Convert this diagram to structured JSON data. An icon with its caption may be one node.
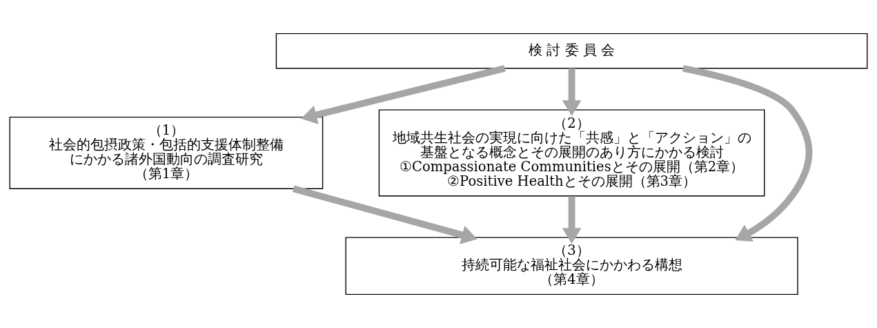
{
  "diagram": {
    "nodes": [
      {
        "text": [
          "検 討 委 員 会"
        ]
      },
      {
        "text": [
          "（1）",
          "社会的包摂政策・包括的支援体制整備にかかる諸外国動向の調査研究",
          "（第1章）"
        ]
      },
      {
        "text": [
          "（2）",
          "地域共生社会の実現に向けた「共感」と「アクション」の基盤となる概念とその展開のあり方にかかる検討",
          "①Compassionate Communitiesとその展開（第2章）",
          "②Positive Healthとその展開（第3章）"
        ]
      },
      {
        "text": [
          "（3）",
          "持続可能な福祉社会にかかわる構想",
          "（第4章）"
        ]
      }
    ],
    "edges": [
      {
        "from": 0,
        "to": 1,
        "arrow": "to"
      },
      {
        "from": 0,
        "to": 3,
        "arrow": "to"
      },
      {
        "from": 0,
        "to": 2,
        "arrow": "to"
      },
      {
        "from": 1,
        "to": 3,
        "arrow": "to"
      },
      {
        "from": 2,
        "to": 3,
        "arrow": "to"
      }
    ]
  }
}
